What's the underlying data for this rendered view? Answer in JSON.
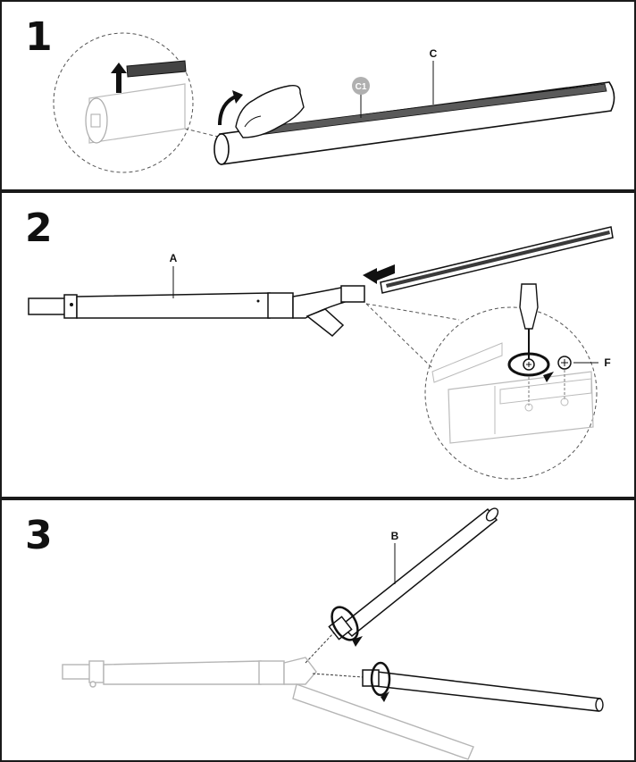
{
  "steps": [
    {
      "number": "1",
      "labels": {
        "c": "C",
        "c1": "C1"
      }
    },
    {
      "number": "2",
      "labels": {
        "a": "A",
        "f": "F"
      }
    },
    {
      "number": "3",
      "labels": {
        "b": "B"
      }
    }
  ],
  "colors": {
    "line": "#1a1a1a",
    "faint": "#b5b5b5",
    "dark_strip": "#3a3a3a",
    "badge": "#b0b0b0"
  }
}
